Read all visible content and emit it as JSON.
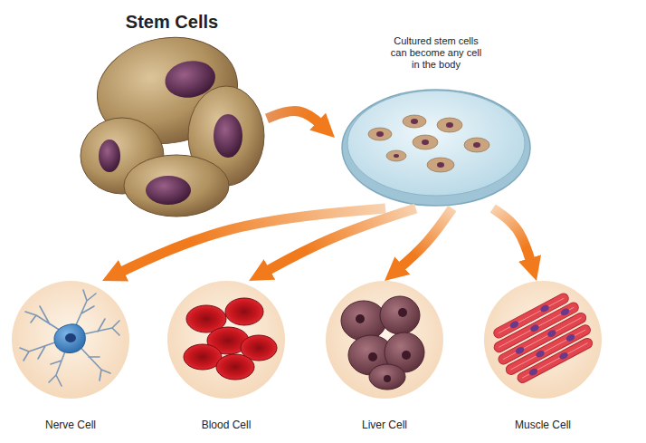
{
  "diagram": {
    "nodes": [
      {
        "text": [
          "Stem Cells"
        ]
      },
      {
        "text": [
          "Cultured stem cells can become any cell in the body"
        ]
      },
      {
        "text": [
          "Nerve Cell"
        ]
      },
      {
        "text": [
          "Blood Cell"
        ]
      },
      {
        "text": [
          "Liver Cell"
        ]
      },
      {
        "text": [
          "Muscle Cell"
        ]
      }
    ],
    "edges": [
      {
        "from": 0,
        "to": 1,
        "arrow": "to"
      },
      {
        "from": 1,
        "to": 2,
        "arrow": "to"
      },
      {
        "from": 1,
        "to": 3,
        "arrow": "to"
      },
      {
        "from": 1,
        "to": 4,
        "arrow": "to"
      },
      {
        "from": 1,
        "to": 5,
        "arrow": "to"
      }
    ]
  }
}
